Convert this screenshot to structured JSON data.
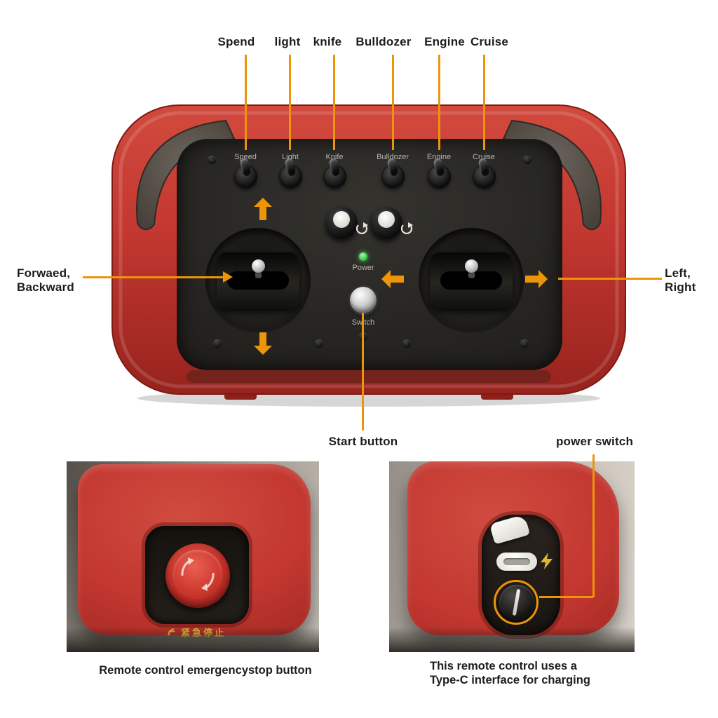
{
  "annotations": {
    "top": [
      {
        "label": "Spend"
      },
      {
        "label": "light"
      },
      {
        "label": "knife"
      },
      {
        "label": "Bulldozer"
      },
      {
        "label": "Engine"
      },
      {
        "label": "Cruise"
      }
    ],
    "left": {
      "line1": "Forwaed,",
      "line2": "Backward"
    },
    "right": {
      "line1": "Left,",
      "line2": "Right"
    },
    "start_button": "Start button",
    "power_switch": "power switch"
  },
  "remote_panel": {
    "switch_labels": [
      "Speed",
      "Light",
      "Knife",
      "Bulldozer",
      "Engine",
      "Cruise"
    ],
    "power_label": "Power",
    "start_switch_label": "Switch"
  },
  "photo_left": {
    "emergency_stop_text": "紧急停止",
    "caption": "Remote control emergencystop button"
  },
  "photo_right": {
    "caption_line1": "This remote control uses a",
    "caption_line2": "Type-C interface for charging"
  },
  "colors": {
    "accent_orange": "#EE9409",
    "body_red": "#C23730",
    "panel_dark": "#23221F",
    "led_green": "#3FC24E",
    "warning_yellow": "#D8BA3A",
    "label_text": "#1D1D1D"
  }
}
